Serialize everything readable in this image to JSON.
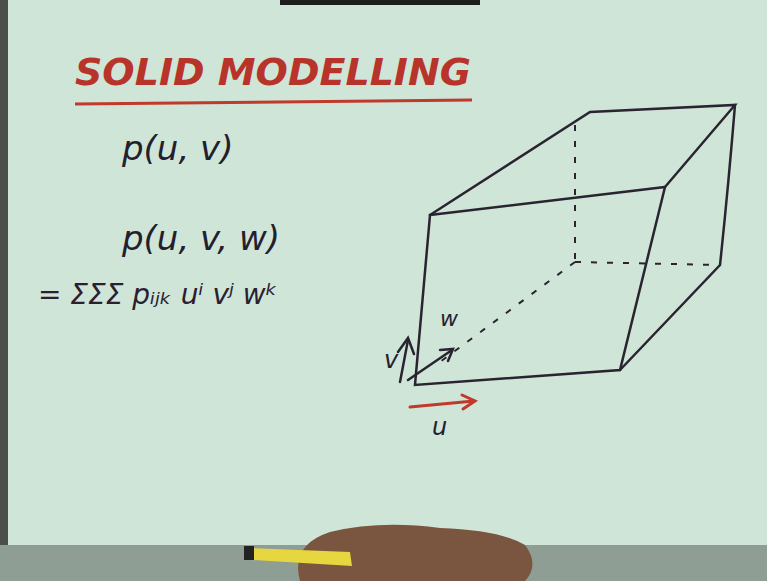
{
  "diagram": {
    "title": "SOLID MODELLING",
    "labels": [
      "p(u, v)",
      "p(u, v, w)",
      "= ΣΣΣ pᵢⱼₖ uⁱ vʲ wᵏ",
      "u",
      "v",
      "w"
    ]
  }
}
